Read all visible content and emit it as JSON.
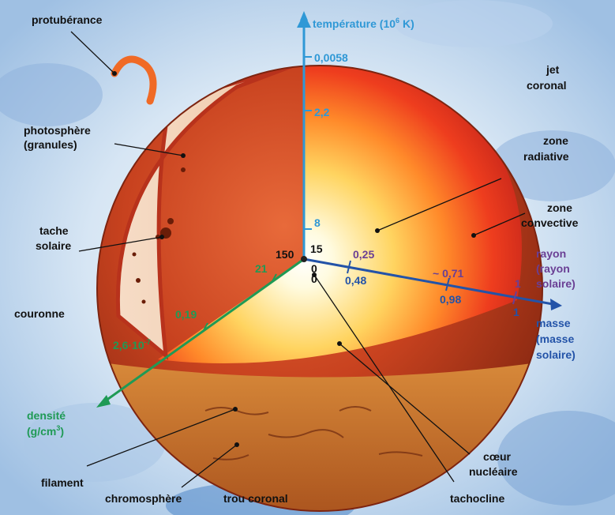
{
  "labels": {
    "protuberance": "protubérance",
    "photosphere_l1": "photosphère",
    "photosphere_l2": "(granules)",
    "tache_l1": "tache",
    "tache_l2": "solaire",
    "couronne": "couronne",
    "jet_l1": "jet",
    "jet_l2": "coronal",
    "radiative_l1": "zone",
    "radiative_l2": "radiative",
    "convective_l1": "zone",
    "convective_l2": "convective",
    "filament": "filament",
    "chromosphere": "chromosphère",
    "trou_coronal": "trou coronal",
    "tachocline": "tachocline",
    "coeur_l1": "cœur",
    "coeur_l2": "nucléaire"
  },
  "axes": {
    "temperature": {
      "title_pre": "température (10",
      "title_sup": "6",
      "title_post": " K)",
      "ticks": [
        "0,0058",
        "2,2",
        "8",
        "15"
      ]
    },
    "density": {
      "title_l1": "densité",
      "title_l2_pre": "(g/cm",
      "title_l2_sup": "3",
      "title_l2_post": ")",
      "ticks": [
        "150",
        "21",
        "0,19",
        "2,6·10",
        "-7"
      ]
    },
    "rayon": {
      "title_l1": "rayon",
      "title_l2": "(rayon",
      "title_l3": "solaire)",
      "ticks": [
        "0",
        "0,25",
        "~ 0,71",
        "1"
      ]
    },
    "masse": {
      "title_l1": "masse",
      "title_l2": "(masse",
      "title_l3": "solaire)",
      "ticks": [
        "0",
        "0,48",
        "0,98",
        "1"
      ]
    }
  },
  "colors": {
    "temperature_axis": "#2f98d6",
    "density_axis": "#1f9a55",
    "rayon_axis": "#6a3f94",
    "masse_axis": "#2353a8",
    "label_text": "#111111"
  }
}
